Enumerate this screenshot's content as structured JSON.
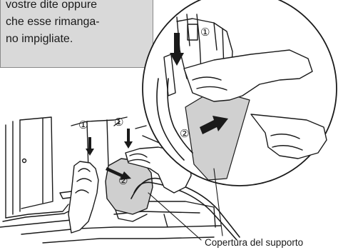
{
  "note": {
    "text": "vostre dite oppure\nche esse rimanga-\nno impigliate."
  },
  "caption": {
    "label": "Copertura del supporto"
  },
  "steps": {
    "step1": "①",
    "step2": "②"
  },
  "colors": {
    "note_background": "#d9d9d9",
    "cover_fill": "#cfcfcf",
    "line": "#1a1a1a"
  }
}
